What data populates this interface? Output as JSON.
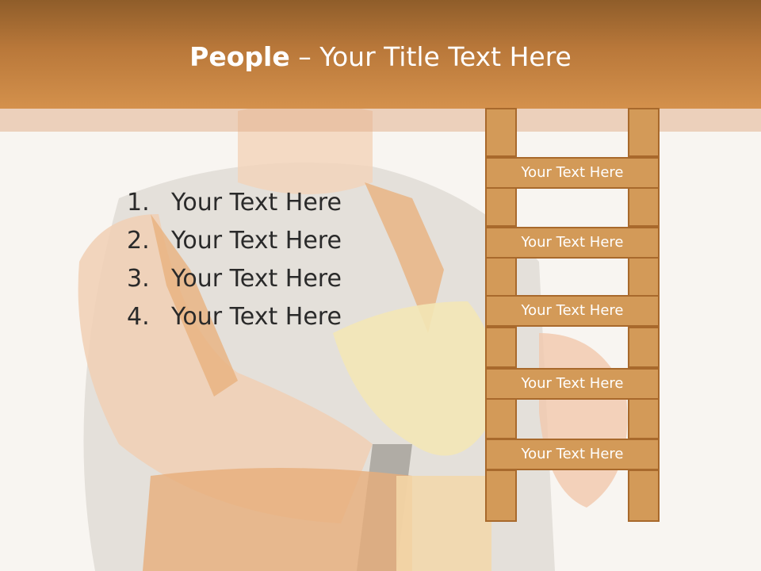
{
  "slide": {
    "title_bold": "People",
    "title_rest": " – Your Title Text Here",
    "list": [
      {
        "num": "1.",
        "text": "Your Text Here"
      },
      {
        "num": "2.",
        "text": "Your Text Here"
      },
      {
        "num": "3.",
        "text": "Your Text Here"
      },
      {
        "num": "4.",
        "text": "Your Text Here"
      }
    ],
    "ladder_labels": [
      "Your Text Here",
      "Your Text Here",
      "Your Text Here",
      "Your Text Here",
      "Your Text Here"
    ]
  },
  "colors": {
    "title_bar": "#b9783a",
    "ladder_fill": "#d39a58",
    "ladder_stroke": "#a8692c",
    "background": "#f8f5f1"
  }
}
